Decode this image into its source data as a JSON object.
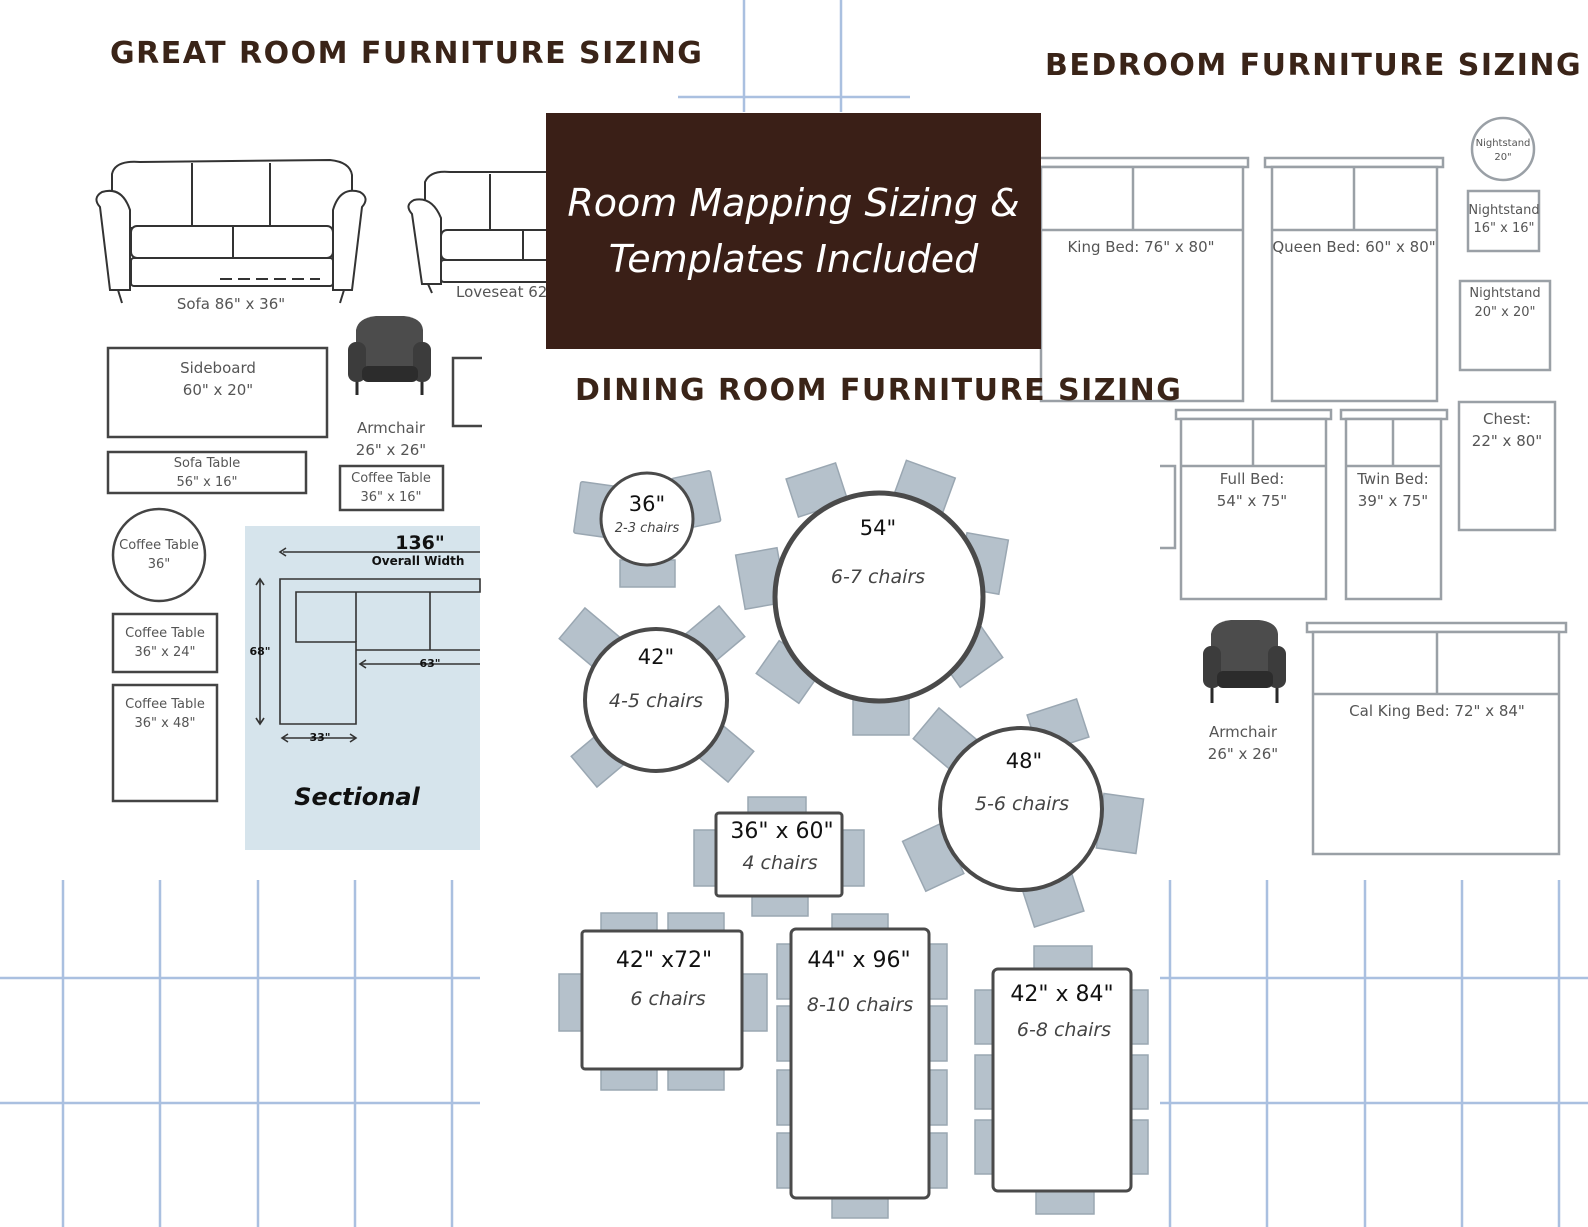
{
  "headings": {
    "great_room": "GREAT ROOM FURNITURE SIZING",
    "bedroom": "BEDROOM FURNITURE SIZING",
    "dining_room": "DINING ROOM FURNITURE SIZING"
  },
  "banner": {
    "line1": "Room Mapping Sizing &",
    "line2": "Templates Included"
  },
  "great_room": {
    "sofa": "Sofa 86\" x 36\"",
    "loveseat": "Loveseat 62\"",
    "sideboard": {
      "name": "Sideboard",
      "size": "60\" x 20\""
    },
    "armchair": {
      "name": "Armchair",
      "size": "26\" x 26\""
    },
    "sofa_table": {
      "name": "Sofa Table",
      "size": "56\" x 16\""
    },
    "coffee_table_rect_small": {
      "name": "Coffee Table",
      "size": "36\" x 16\""
    },
    "coffee_table_round": {
      "name": "Coffee Table",
      "size": "36\""
    },
    "coffee_table_36x24": {
      "name": "Coffee Table",
      "size": "36\" x 24\""
    },
    "coffee_table_36x48": {
      "name": "Coffee Table",
      "size": "36\" x 48\""
    },
    "sectional": {
      "label": "Sectional",
      "overall_width": "136\"",
      "overall_width_label": "Overall Width",
      "depth": "68\"",
      "chaise_width": "33\"",
      "inner_width": "63\""
    }
  },
  "bedroom": {
    "king": "King Bed: 76\" x 80\"",
    "queen": "Queen Bed: 60\" x 80\"",
    "nightstand_round": {
      "name": "Nightstand",
      "size": "20\""
    },
    "nightstand_16": {
      "name": "Nightstand",
      "size": "16\" x 16\""
    },
    "nightstand_20": {
      "name": "Nightstand",
      "size": "20\" x 20\""
    },
    "chest": {
      "name": "Chest:",
      "size": "22\" x 80\""
    },
    "full": {
      "name": "Full Bed:",
      "size": "54\" x 75\""
    },
    "twin": {
      "name": "Twin Bed:",
      "size": "39\" x 75\""
    },
    "armchair": {
      "name": "Armchair",
      "size": "26\" x 26\""
    },
    "cal_king": "Cal King Bed: 72\" x 84\""
  },
  "dining": {
    "tables": [
      {
        "size": "36\"",
        "seats": "2-3 chairs"
      },
      {
        "size": "54\"",
        "seats": "6-7 chairs"
      },
      {
        "size": "42\"",
        "seats": "4-5 chairs"
      },
      {
        "size": "48\"",
        "seats": "5-6 chairs"
      },
      {
        "size": "36\" x 60\"",
        "seats": "4 chairs"
      },
      {
        "size": "42\" x72\"",
        "seats": "6 chairs"
      },
      {
        "size": "44\" x 96\"",
        "seats": "8-10 chairs"
      },
      {
        "size": "42\" x 84\"",
        "seats": "6-8 chairs"
      }
    ]
  },
  "colors": {
    "heading": "#3a2418",
    "banner_bg": "#3a1f17",
    "banner_text": "#ffffff",
    "grid_line": "#aac0e0",
    "chair": "#b5c1cb",
    "table_stroke": "#4a4a4a",
    "bed_stroke": "#9aa0a6",
    "sectional_bg": "#d6e4ec"
  }
}
